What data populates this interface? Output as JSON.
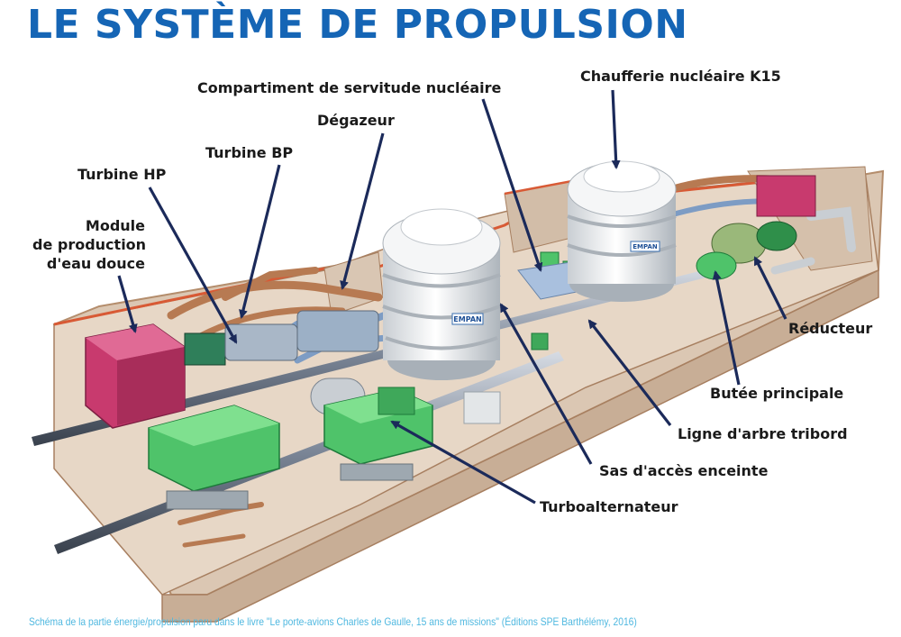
{
  "title": "LE SYSTÈME DE PROPULSION",
  "labels": {
    "module_eau_douce": [
      "Module",
      "de production",
      "d'eau douce"
    ],
    "turbine_hp": "Turbine HP",
    "turbine_bp": "Turbine BP",
    "degazeur": "Dégazeur",
    "compartiment": "Compartiment de servitude nucléaire",
    "chaufferie": "Chaufferie nucléaire K15",
    "reducteur": "Réducteur",
    "butee": "Butée principale",
    "ligne_arbre": "Ligne d'arbre tribord",
    "sas": "Sas d'accès enceinte",
    "turboalternateur": "Turboalternateur"
  },
  "reactor_marking": "EMPAN",
  "caption": "Schéma de la partie énergie/propulsion paru dans le livre \"Le porte-avions Charles de Gaulle, 15 ans de missions\" (Éditions SPE Barthélémy, 2016)",
  "colors": {
    "title": "#1565b5",
    "leader_lines": "#1b2a5a",
    "caption": "#4fb8e0",
    "hull": "#dcc9b6",
    "hull_cut": "#d85a35",
    "equipment_green": "#4fc36a",
    "equipment_magenta": "#c83a6e",
    "reactor_white": "#eef0f2",
    "piping_copper": "#b77a52"
  }
}
